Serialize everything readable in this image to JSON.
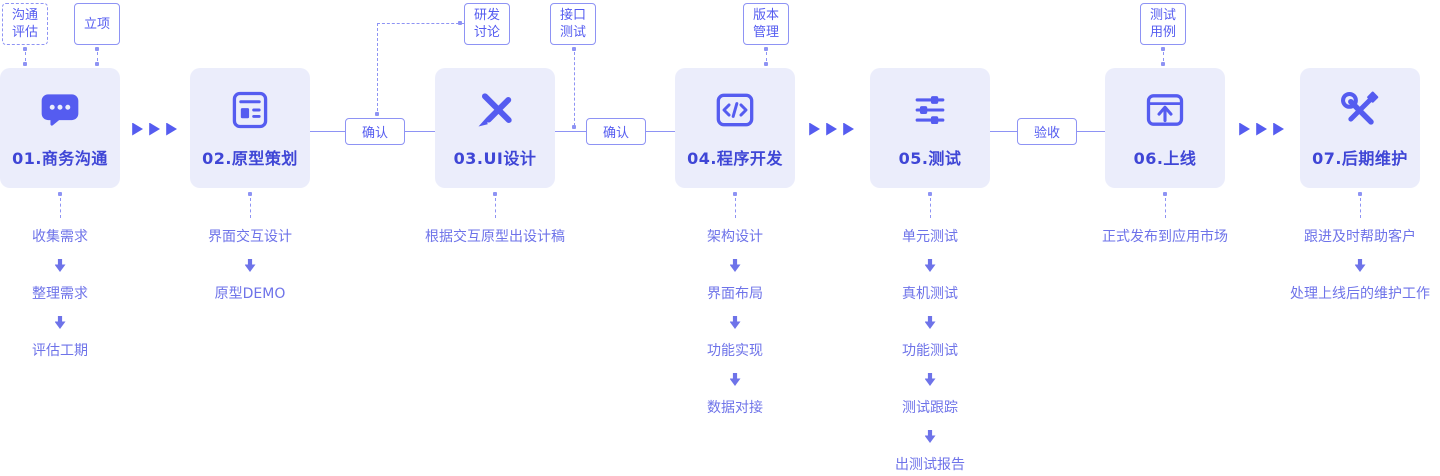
{
  "colors": {
    "accent": "#555cf0",
    "accent_soft": "#8e93f4",
    "card_bg": "#ebedfb",
    "title_text": "#3f46d6",
    "step_text": "#6e73e9"
  },
  "tags": {
    "comm_eval": "沟通\n评估",
    "project_approval": "立项",
    "rd_discussion": "研发\n讨论",
    "api_test": "接口\n测试",
    "version_control": "版本\n管理",
    "test_case": "测试\n用例"
  },
  "connectors": {
    "confirm_1": "确认",
    "confirm_2": "确认",
    "acceptance": "验收"
  },
  "stages": [
    {
      "title": "01.商务沟通",
      "icon": "chat-icon",
      "steps": [
        "收集需求",
        "整理需求",
        "评估工期"
      ]
    },
    {
      "title": "02.原型策划",
      "icon": "prototype-icon",
      "steps": [
        "界面交互设计",
        "原型DEMO"
      ]
    },
    {
      "title": "03.UI设计",
      "icon": "design-pen-icon",
      "steps": [
        "根据交互原型出设计稿"
      ]
    },
    {
      "title": "04.程序开发",
      "icon": "code-icon",
      "steps": [
        "架构设计",
        "界面布局",
        "功能实现",
        "数据对接"
      ]
    },
    {
      "title": "05.测试",
      "icon": "sliders-icon",
      "steps": [
        "单元测试",
        "真机测试",
        "功能测试",
        "测试跟踪",
        "出测试报告"
      ]
    },
    {
      "title": "06.上线",
      "icon": "launch-icon",
      "steps": [
        "正式发布到应用市场"
      ]
    },
    {
      "title": "07.后期维护",
      "icon": "tools-icon",
      "steps": [
        "跟进及时帮助客户",
        "处理上线后的维护工作"
      ]
    }
  ]
}
